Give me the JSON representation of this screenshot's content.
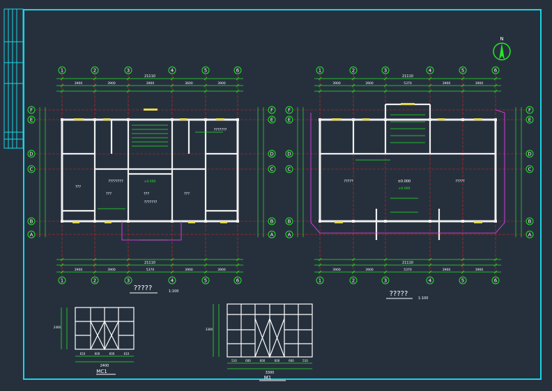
{
  "colors": {
    "background": "#26303d",
    "frame": "#16d8e8",
    "dimension": "#23e823",
    "wall": "#f0f0f0",
    "axis": "#e02020",
    "label": "#ffffff",
    "door": "#e8d848",
    "accent": "#ff40ff"
  },
  "north": {
    "label": "N"
  },
  "plan_left": {
    "title": "?????",
    "scale": "1:100",
    "axes_x": [
      "1",
      "2",
      "3",
      "4",
      "5",
      "6"
    ],
    "axes_y": [
      "F",
      "E",
      "D",
      "C",
      "B",
      "A"
    ],
    "overall": "21110",
    "top_spans": [
      "3900",
      "3900",
      "3900",
      "3600",
      "3900"
    ],
    "bottom_spans": [
      "3900",
      "3900",
      "5370",
      "3900",
      "3900"
    ],
    "rooms": [
      "???",
      "???",
      "???",
      "???",
      "???????",
      "???????",
      "????????"
    ],
    "level": "±0.000"
  },
  "plan_right": {
    "title": "?????",
    "scale": "1:100",
    "axes_x": [
      "1",
      "2",
      "3",
      "4",
      "5",
      "6"
    ],
    "axes_y": [
      "F",
      "E",
      "D",
      "C",
      "B",
      "A"
    ],
    "overall": "21110",
    "top_spans": [
      "3900",
      "3900",
      "5370",
      "3900",
      "3900"
    ],
    "bottom_spans": [
      "3900",
      "3900",
      "5370",
      "3900",
      "3900"
    ],
    "rooms": [
      "?????",
      "?????",
      "±0.000"
    ],
    "level": "±0.000"
  },
  "door_mc1": {
    "label": "MC1",
    "width": "2400",
    "parts": [
      "610",
      "600",
      "600",
      "610"
    ],
    "height": "2400"
  },
  "door_m1": {
    "label": "M1",
    "width": "3300",
    "parts": [
      "510",
      "600",
      "600",
      "600",
      "600",
      "510"
    ],
    "height": "3300"
  }
}
